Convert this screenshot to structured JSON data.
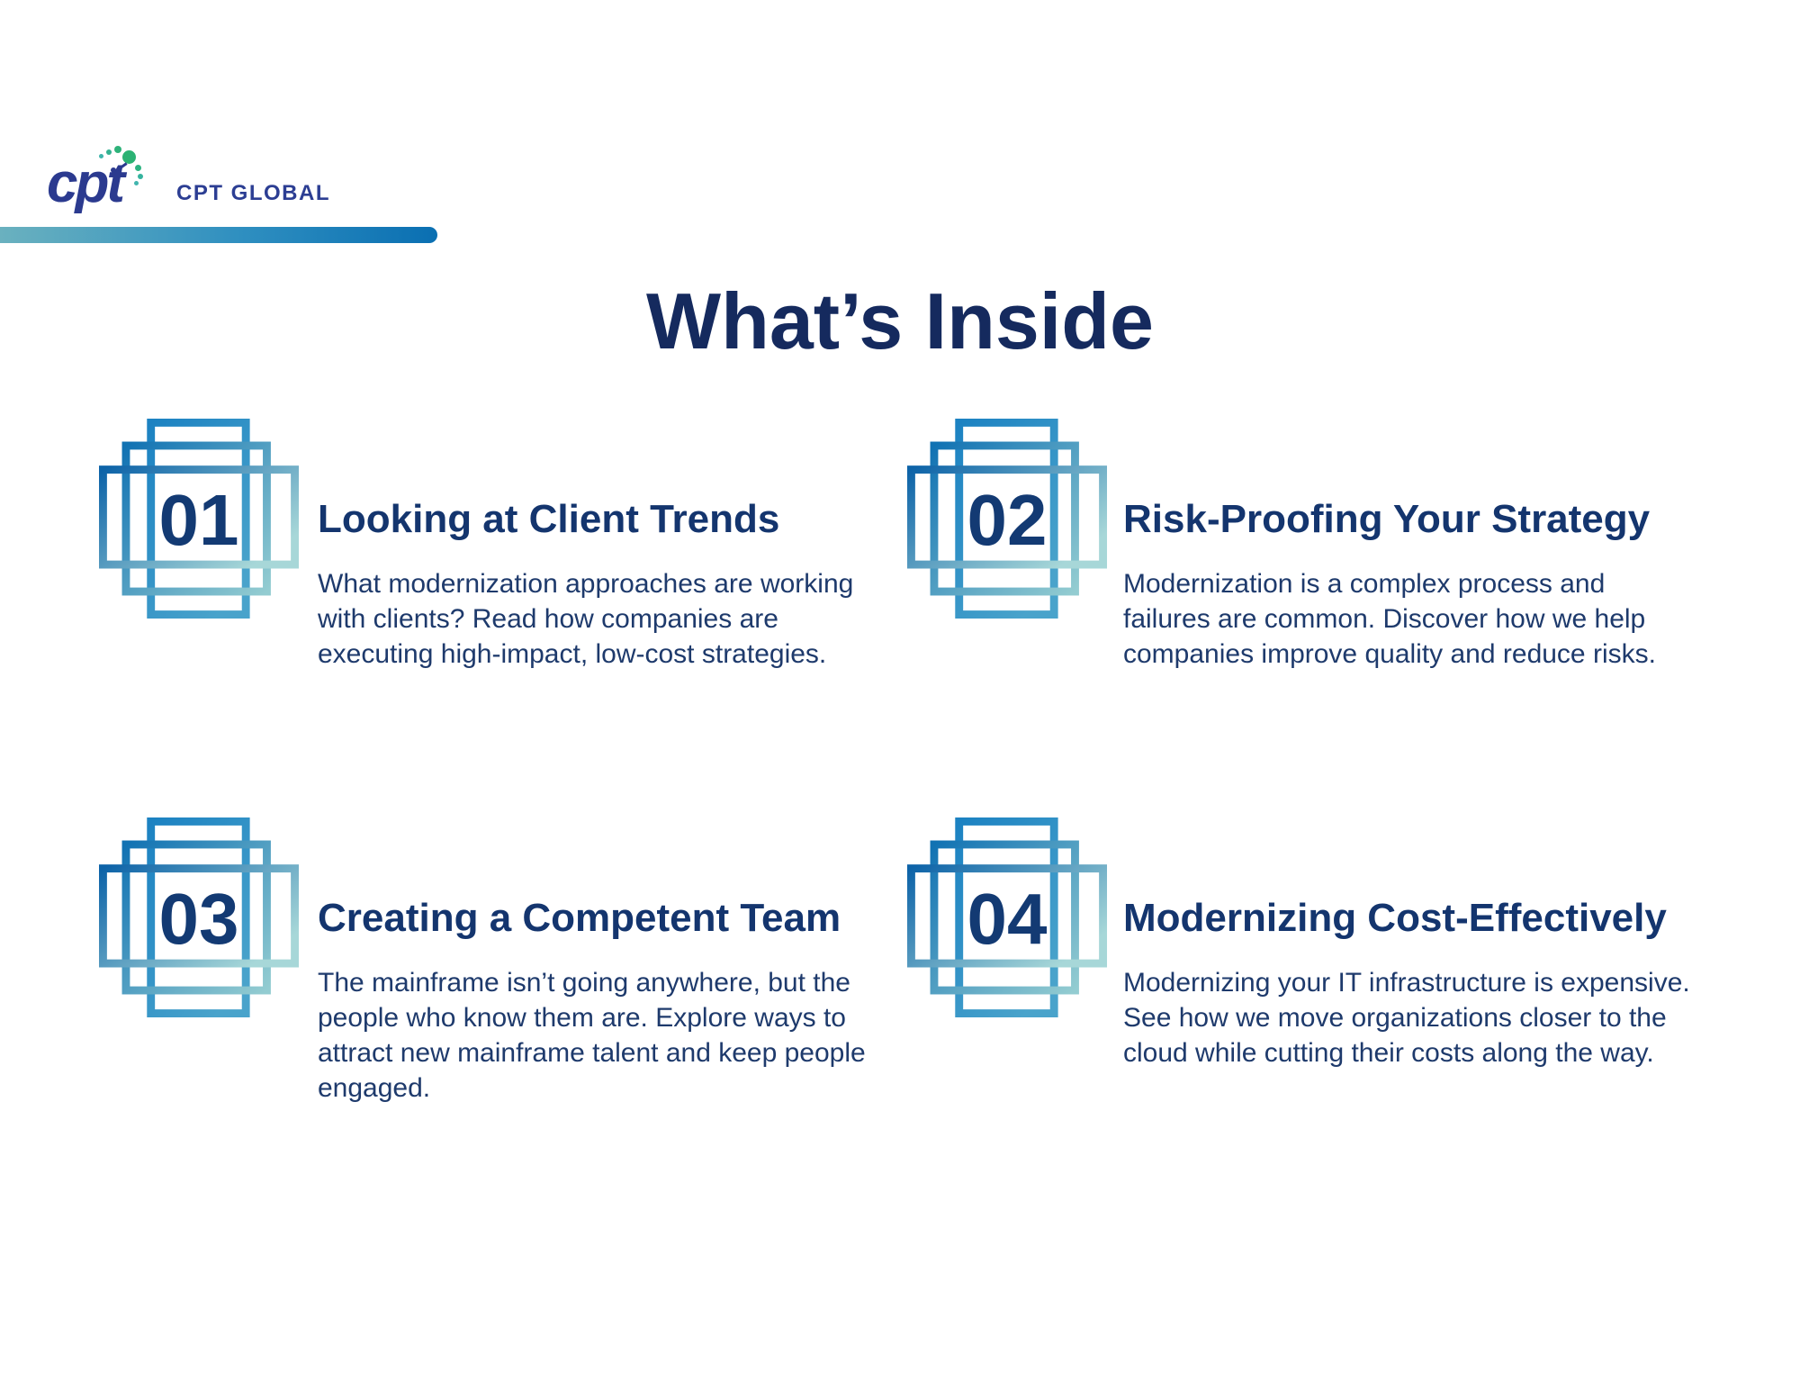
{
  "brand": {
    "logo_text": "cpt",
    "company_name": "CPT GLOBAL"
  },
  "page": {
    "title": "What’s Inside"
  },
  "colors": {
    "navy_title": "#152a5e",
    "navy_heading": "#14356e",
    "navy_body": "#1e3a6c",
    "brand_indigo": "#2b3a8f",
    "accent_blue": "#0d6fb2",
    "accent_teal": "#6ab1bf",
    "logo_green": "#2bb273"
  },
  "sections": [
    {
      "number": "01",
      "title": "Looking at Client Trends",
      "description": "What modernization approaches are working\nwith clients? Read how companies are\nexecuting high-impact, low-cost strategies."
    },
    {
      "number": "02",
      "title": "Risk-Proofing Your Strategy",
      "description": "Modernization is a complex process and\nfailures are common. Discover how we help\ncompanies improve quality and reduce risks."
    },
    {
      "number": "03",
      "title": "Creating a Competent Team",
      "description": "The mainframe isn’t going anywhere, but the\npeople who know them are. Explore ways to\nattract new mainframe talent and keep people\nengaged."
    },
    {
      "number": "04",
      "title": "Modernizing Cost-Effectively",
      "description": "Modernizing your IT infrastructure is expensive.\nSee how we move organizations closer to the\ncloud while cutting their costs along the way."
    }
  ]
}
